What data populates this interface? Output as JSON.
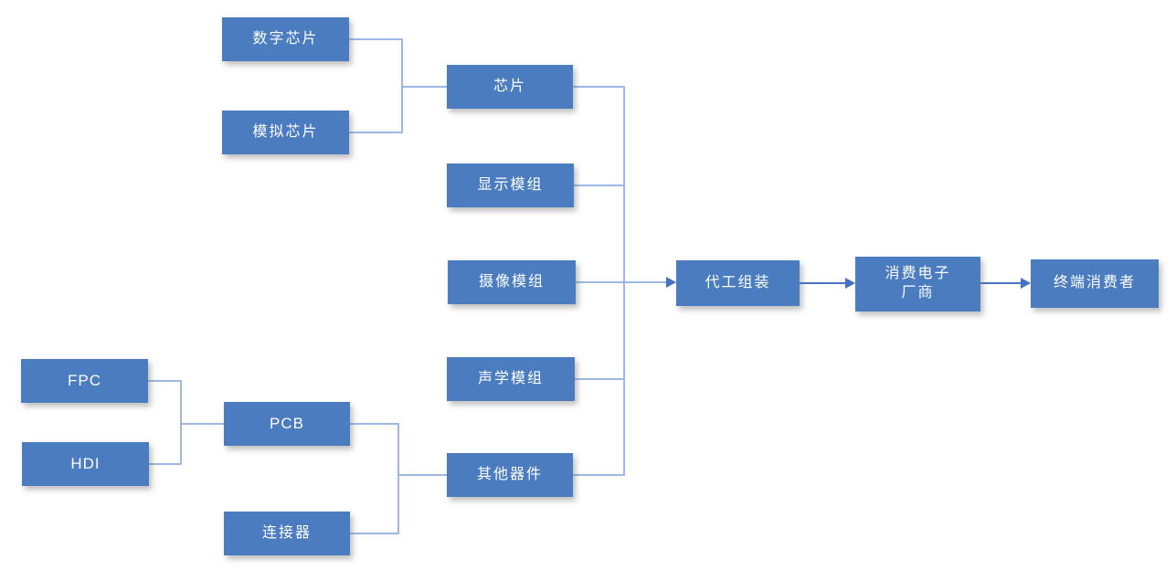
{
  "diagram": {
    "description": "Consumer electronics supply chain flowchart",
    "colors": {
      "node_fill": "#4A7CBF",
      "node_text": "#FFFFFF",
      "connector_line": "#9DB8E6",
      "arrow": "#4472C4",
      "background": "#FFFFFF"
    },
    "nodes": [
      {
        "id": "digital-chips",
        "label": "数字芯片"
      },
      {
        "id": "analog-chips",
        "label": "模拟芯片"
      },
      {
        "id": "chips",
        "label": "芯片"
      },
      {
        "id": "display-module",
        "label": "显示模组"
      },
      {
        "id": "camera-module",
        "label": "摄像模组"
      },
      {
        "id": "acoustic-module",
        "label": "声学模组"
      },
      {
        "id": "other-components",
        "label": "其他器件"
      },
      {
        "id": "fpc",
        "label": "FPC"
      },
      {
        "id": "hdi",
        "label": "HDI"
      },
      {
        "id": "pcb",
        "label": "PCB"
      },
      {
        "id": "connector",
        "label": "连接器"
      },
      {
        "id": "oem-assembly",
        "label": "代工组装"
      },
      {
        "id": "consumer-electronics-manufacturer",
        "label": "消费电子\n厂商"
      },
      {
        "id": "end-consumer",
        "label": "终端消费者"
      }
    ],
    "edges": [
      {
        "from": "digital-chips",
        "to": "chips"
      },
      {
        "from": "analog-chips",
        "to": "chips"
      },
      {
        "from": "fpc",
        "to": "pcb"
      },
      {
        "from": "hdi",
        "to": "pcb"
      },
      {
        "from": "pcb",
        "to": "other-components"
      },
      {
        "from": "connector",
        "to": "other-components"
      },
      {
        "from": "chips",
        "to": "oem-assembly"
      },
      {
        "from": "display-module",
        "to": "oem-assembly"
      },
      {
        "from": "camera-module",
        "to": "oem-assembly"
      },
      {
        "from": "acoustic-module",
        "to": "oem-assembly"
      },
      {
        "from": "other-components",
        "to": "oem-assembly"
      },
      {
        "from": "oem-assembly",
        "to": "consumer-electronics-manufacturer"
      },
      {
        "from": "consumer-electronics-manufacturer",
        "to": "end-consumer"
      }
    ]
  }
}
